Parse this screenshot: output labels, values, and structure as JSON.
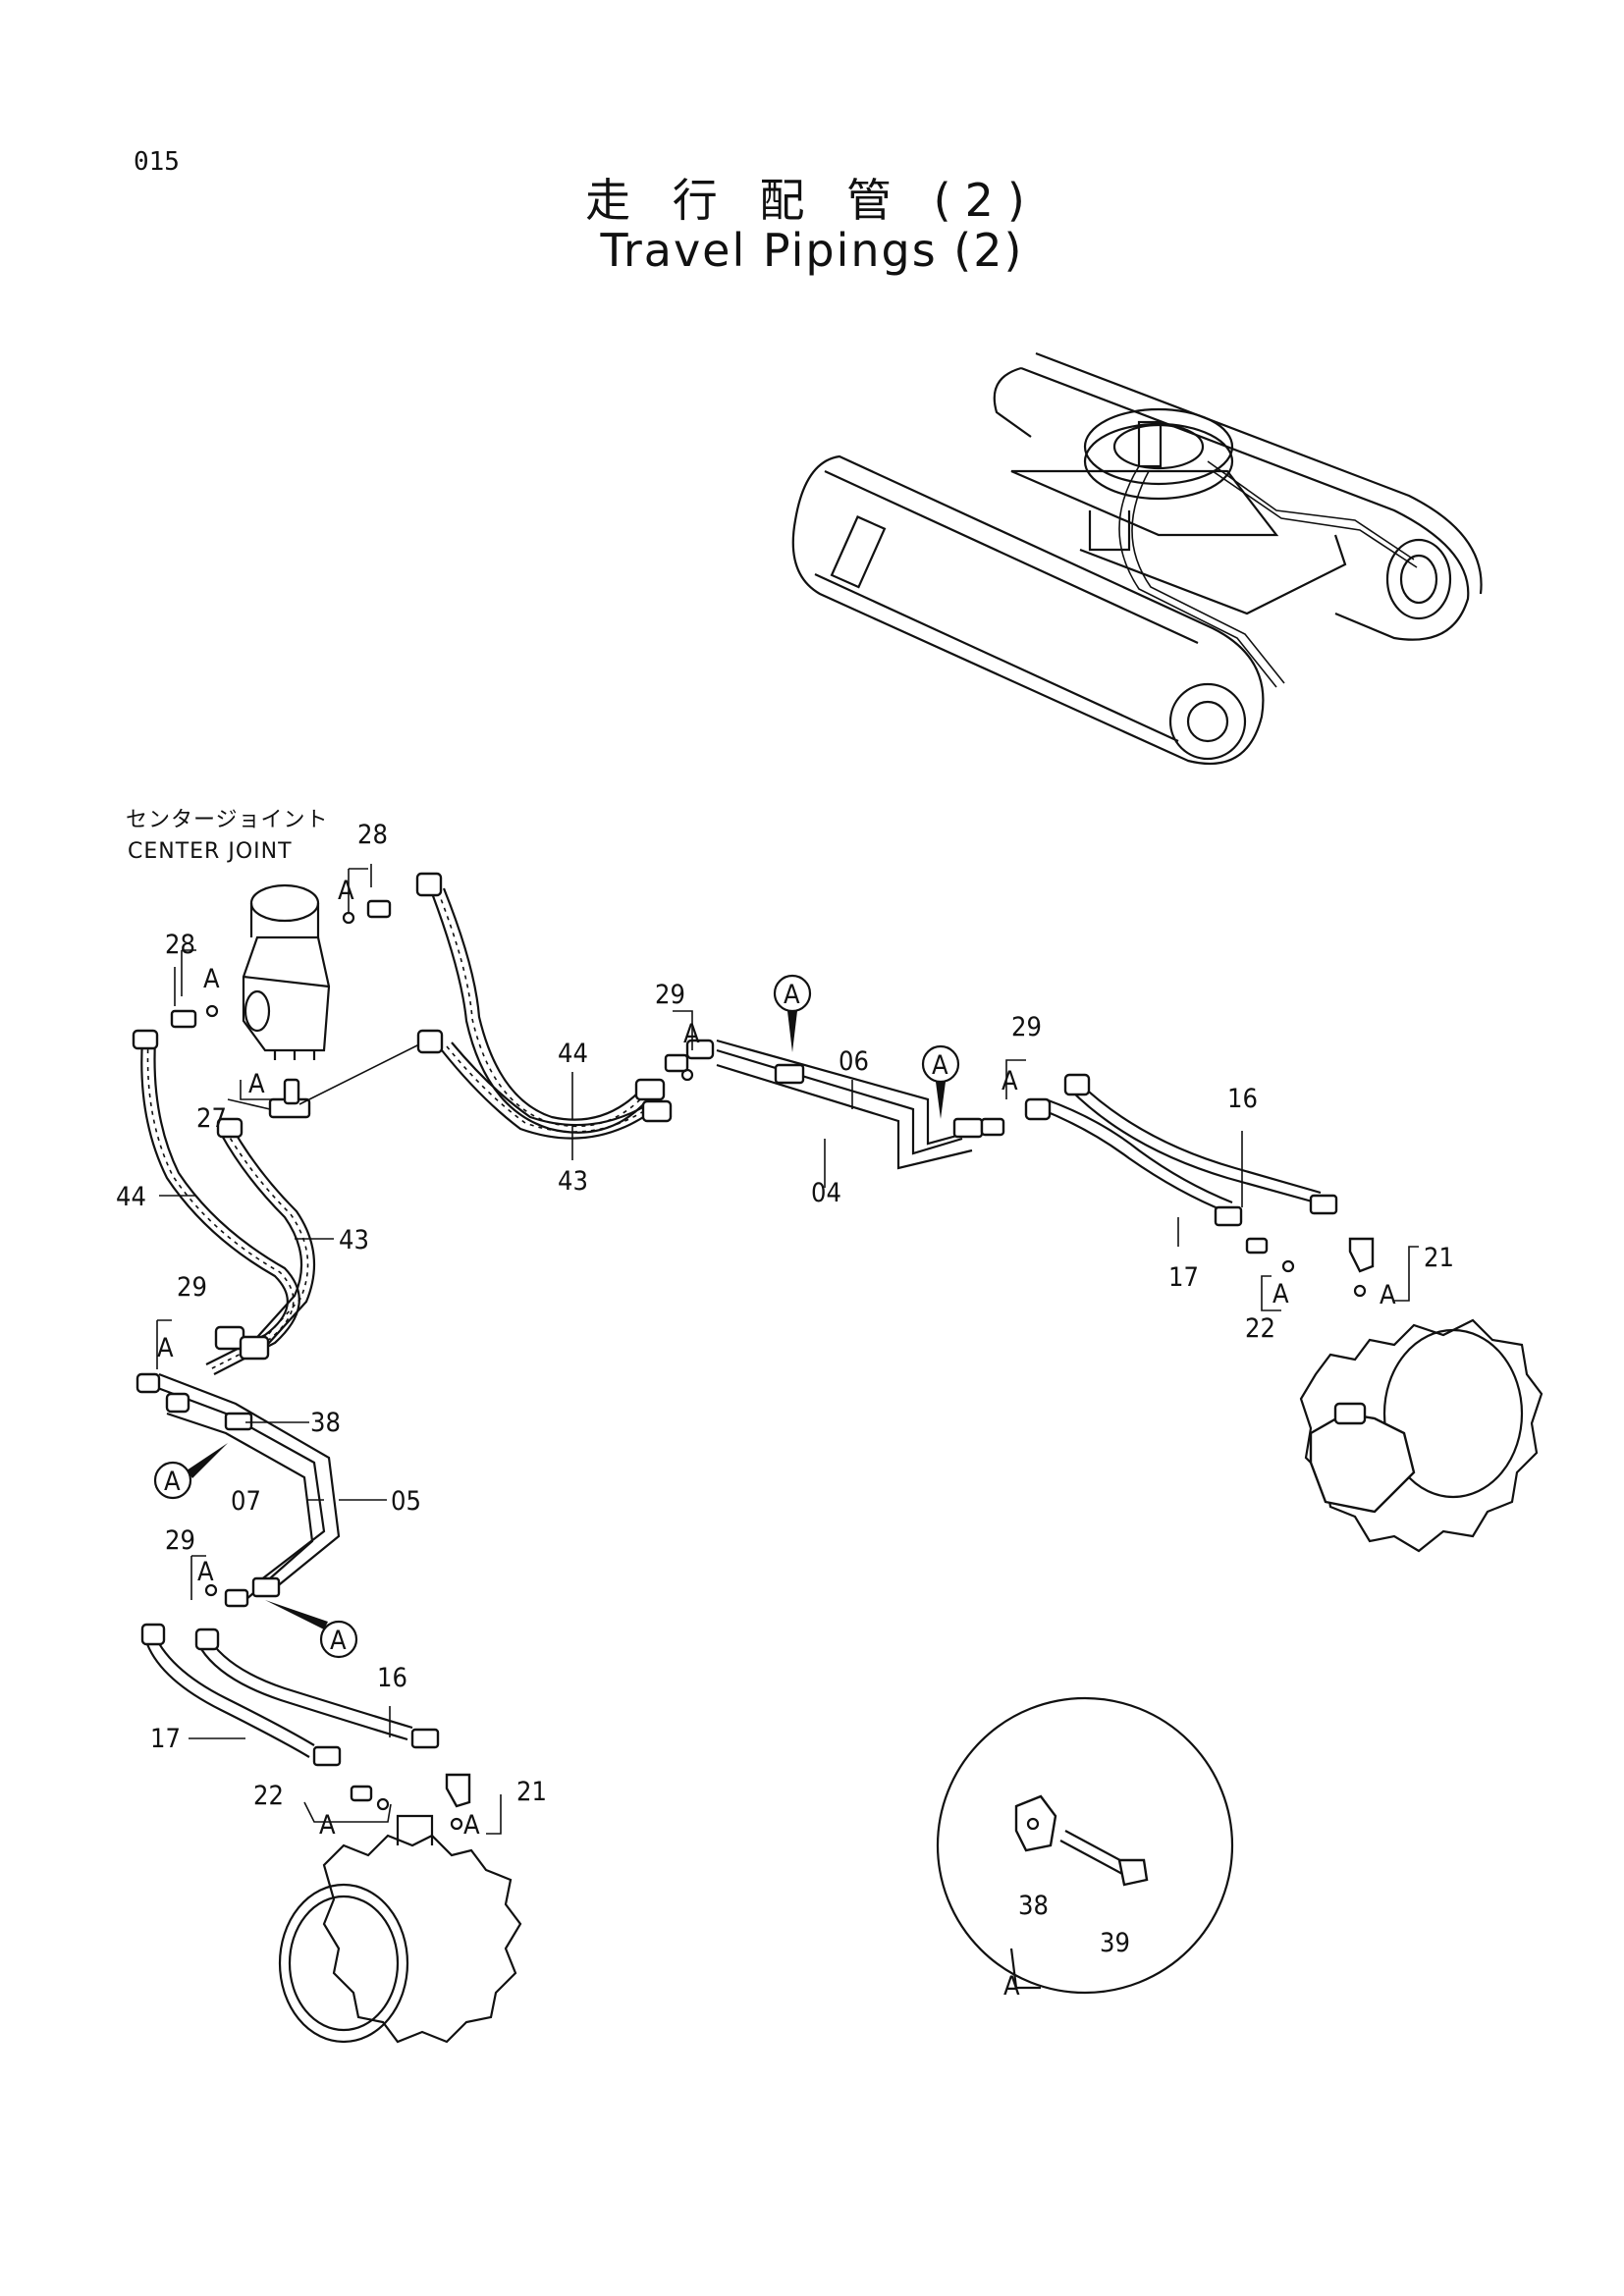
{
  "page_number": "015",
  "title_jp": "走 行 配 管 (2)",
  "title_en": "Travel Pipings (2)",
  "center_joint": {
    "jp": "センタージョイント",
    "en": "CENTER JOINT"
  },
  "part_labels": {
    "p28a": "28",
    "p28b": "28",
    "p27": "27",
    "p44a": "44",
    "p43a": "43",
    "p29a": "29",
    "p38": "38",
    "p07": "07",
    "p05": "05",
    "p29b": "29",
    "p16a": "16",
    "p17a": "17",
    "p22a": "22",
    "p21a": "21",
    "p44b": "44",
    "p43b": "43",
    "p29c": "29",
    "p06": "06",
    "p04": "04",
    "p29d": "29",
    "p16b": "16",
    "p17b": "17",
    "p22b": "22",
    "p21b": "21",
    "p38d": "38",
    "p39": "39"
  },
  "detail_marker": "A"
}
